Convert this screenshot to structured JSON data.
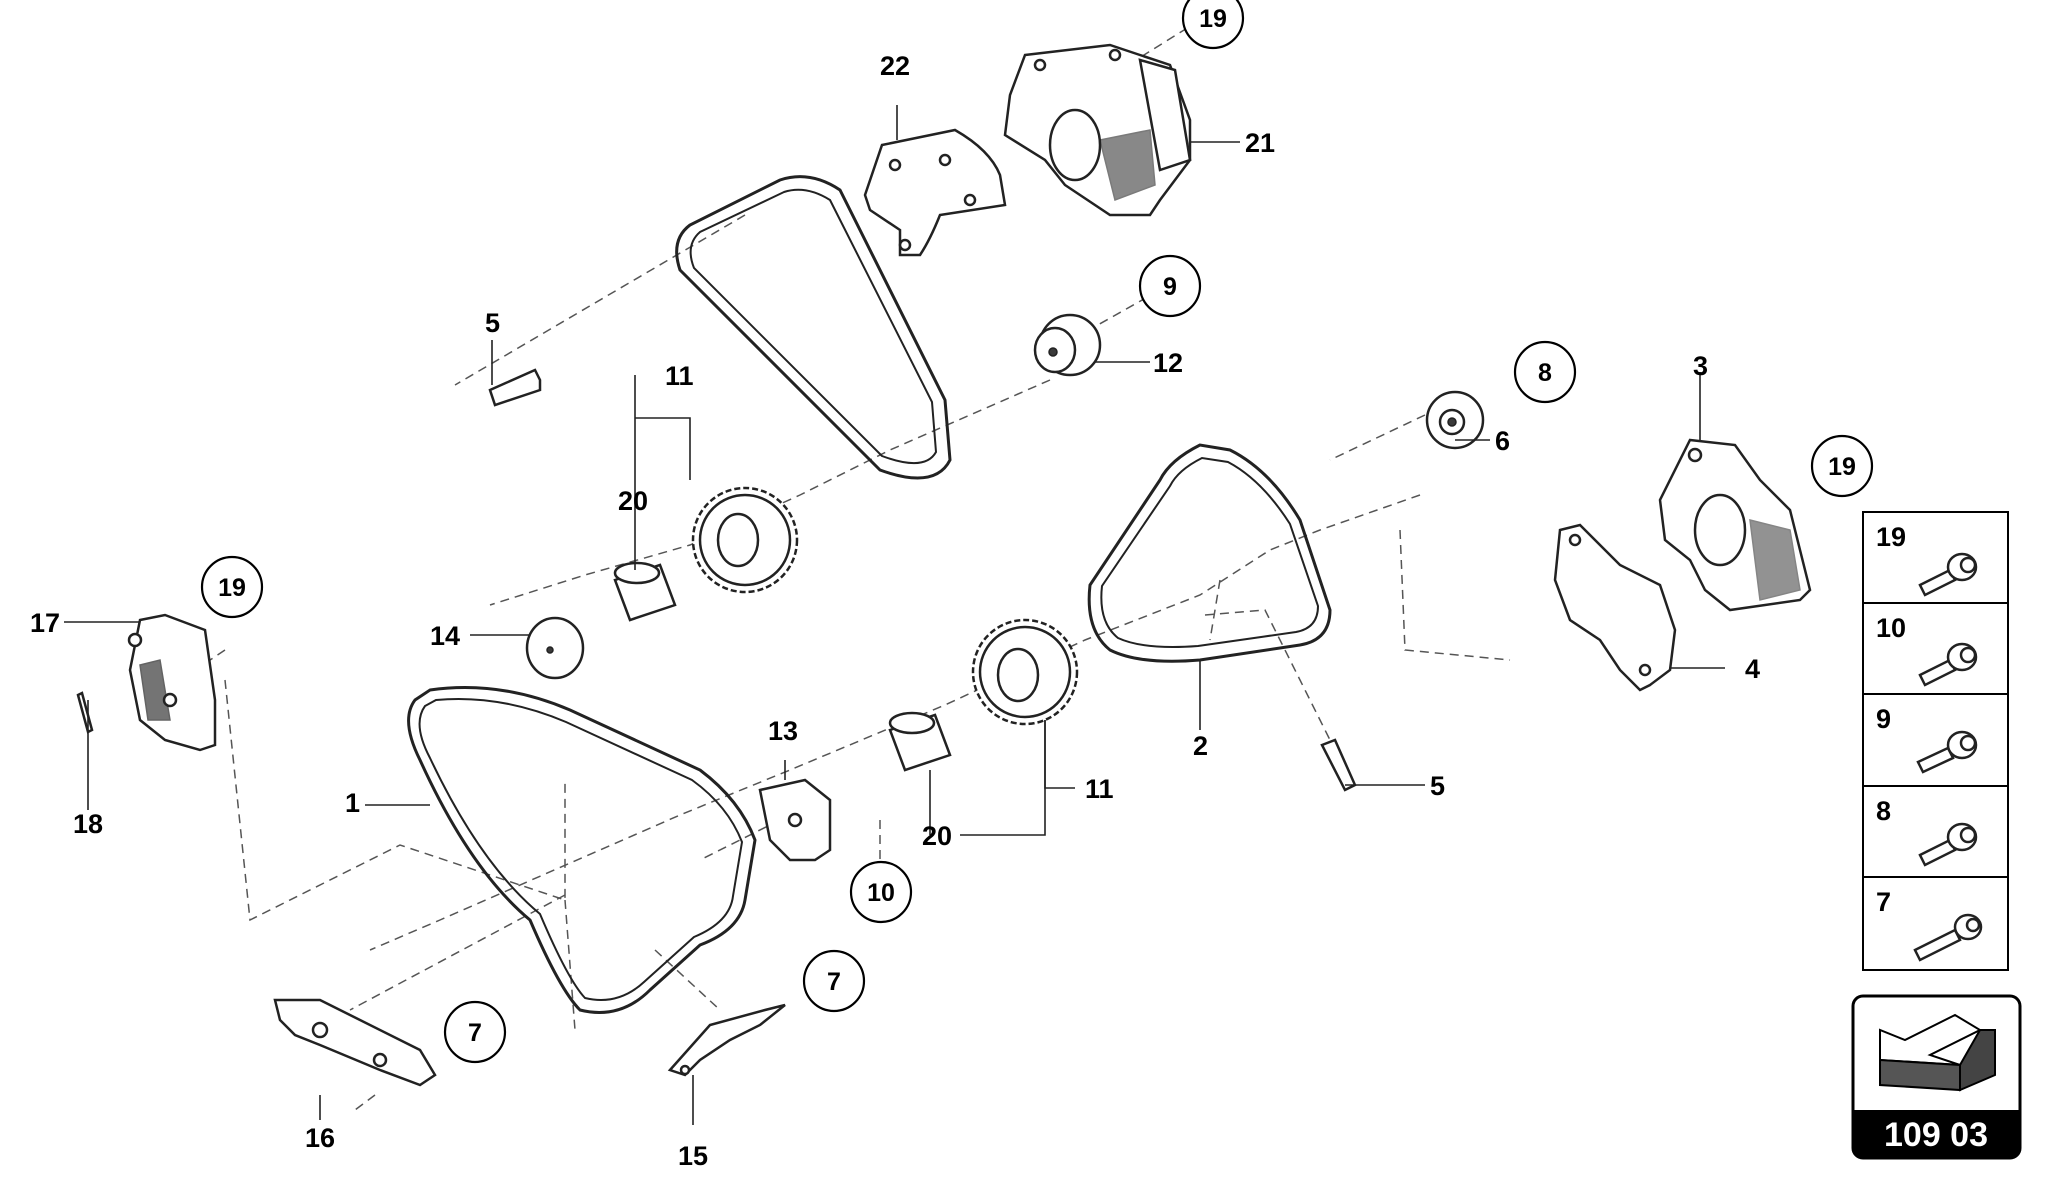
{
  "labels": {
    "l1": "1",
    "l2": "2",
    "l3": "3",
    "l4": "4",
    "l5a": "5",
    "l5b": "5",
    "l6": "6",
    "l11a": "11",
    "l11b": "11",
    "l12": "12",
    "l13": "13",
    "l14": "14",
    "l15": "15",
    "l16": "16",
    "l17": "17",
    "l18": "18",
    "l20a": "20",
    "l20b": "20",
    "l21": "21",
    "l22": "22"
  },
  "callouts": {
    "c19a": "19",
    "c19b": "19",
    "c19c": "19",
    "c9": "9",
    "c8": "8",
    "c10": "10",
    "c7a": "7",
    "c7b": "7"
  },
  "legend": {
    "items": [
      {
        "label": "19"
      },
      {
        "label": "10"
      },
      {
        "label": "9"
      },
      {
        "label": "8"
      },
      {
        "label": "7"
      }
    ]
  },
  "page": {
    "number": "109 03"
  }
}
